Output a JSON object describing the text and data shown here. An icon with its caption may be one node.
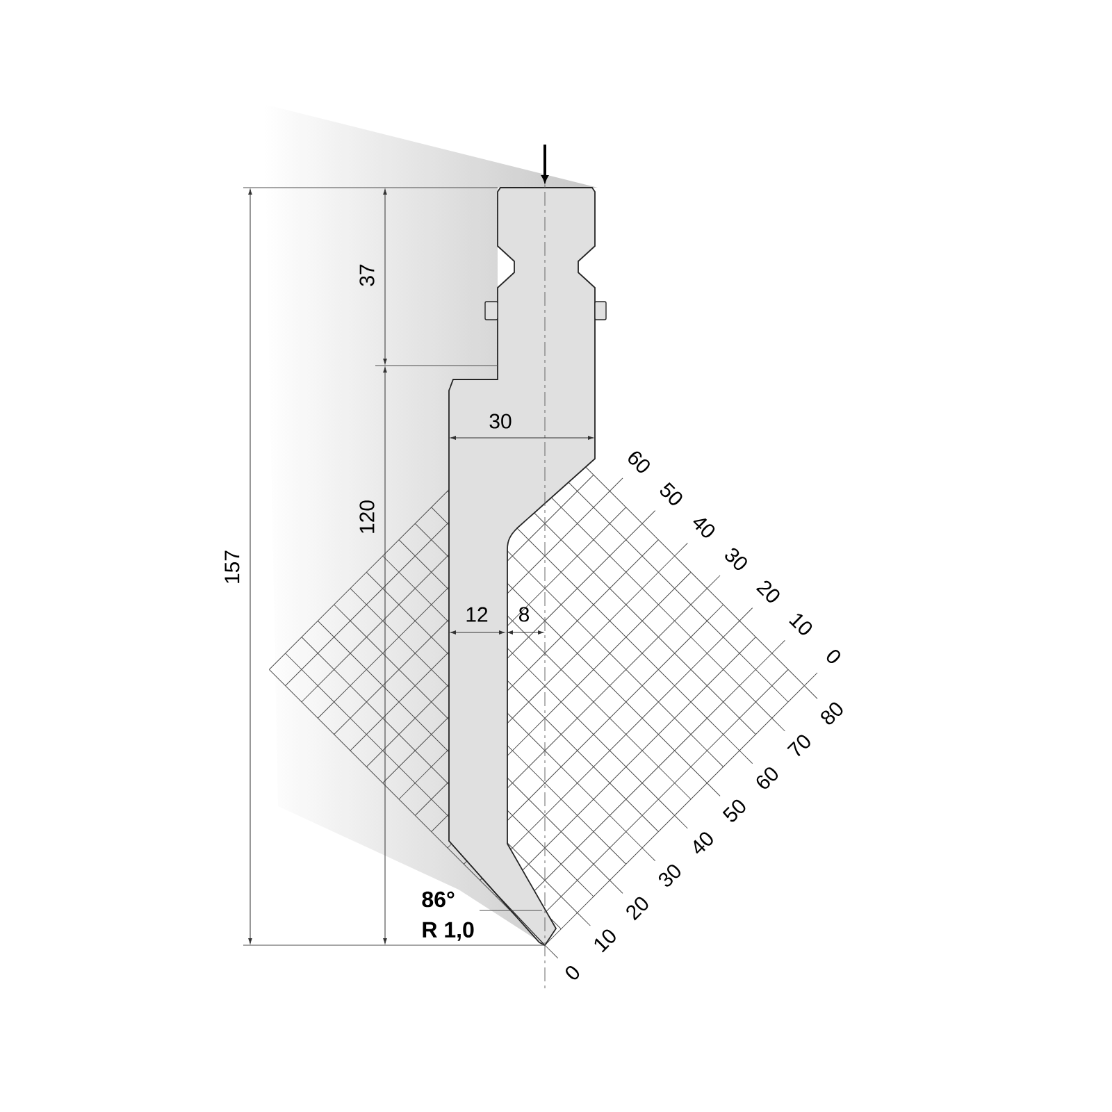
{
  "diagram": {
    "labels": [
      "157",
      "37",
      "120",
      "30",
      "12",
      "8",
      "86°",
      "R 1,0",
      "60",
      "50",
      "40",
      "30",
      "20",
      "10",
      "0",
      "80",
      "70",
      "60",
      "50",
      "40",
      "30",
      "20",
      "10",
      "0"
    ]
  }
}
